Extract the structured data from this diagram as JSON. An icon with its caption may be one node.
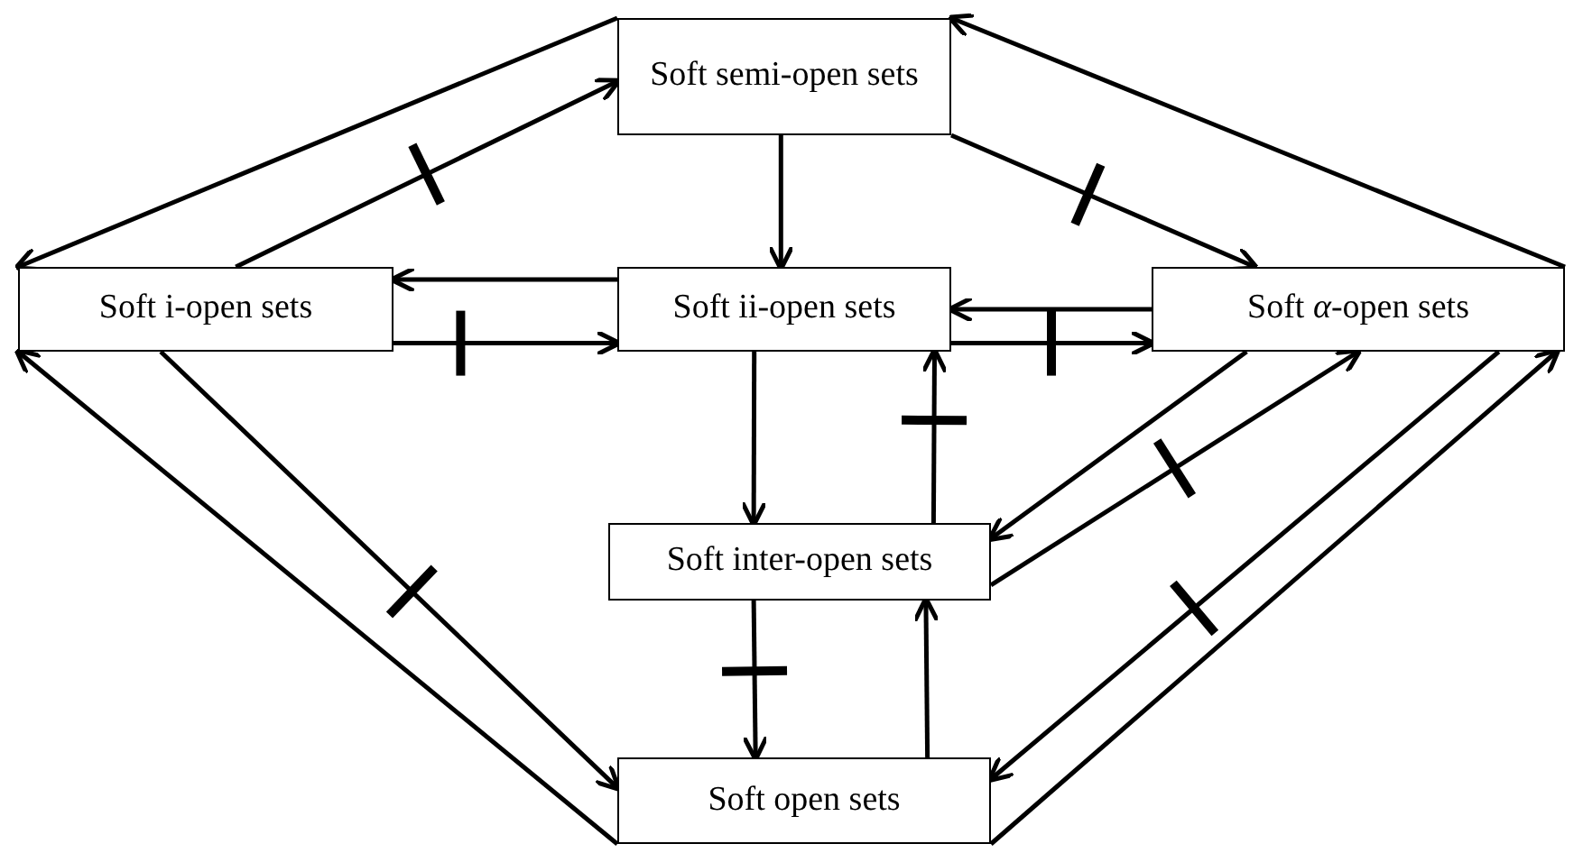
{
  "diagram": {
    "nodes": [
      {
        "text": [
          "Soft semi-open sets"
        ]
      },
      {
        "text": [
          "Soft i-open sets"
        ]
      },
      {
        "text": [
          "Soft ii-open sets"
        ]
      },
      {
        "text": [
          "Soft *α*-open sets"
        ]
      },
      {
        "text": [
          "Soft inter-open sets"
        ]
      },
      {
        "text": [
          "Soft open sets"
        ]
      }
    ],
    "edges": [
      {
        "from": 0,
        "to": 1,
        "arrow": "to"
      },
      {
        "from": 1,
        "to": 0,
        "arrow": "to"
      },
      {
        "from": 0,
        "to": 2,
        "arrow": "to"
      },
      {
        "from": 0,
        "to": 3,
        "arrow": "to"
      },
      {
        "from": 3,
        "to": 0,
        "arrow": "to"
      },
      {
        "from": 2,
        "to": 1,
        "arrow": "to"
      },
      {
        "from": 1,
        "to": 2,
        "arrow": "to"
      },
      {
        "from": 3,
        "to": 2,
        "arrow": "to"
      },
      {
        "from": 2,
        "to": 3,
        "arrow": "to"
      },
      {
        "from": 2,
        "to": 4,
        "arrow": "to"
      },
      {
        "from": 4,
        "to": 2,
        "arrow": "to"
      },
      {
        "from": 3,
        "to": 4,
        "arrow": "to"
      },
      {
        "from": 4,
        "to": 3,
        "arrow": "to"
      },
      {
        "from": 1,
        "to": 5,
        "arrow": "to"
      },
      {
        "from": 5,
        "to": 1,
        "arrow": "to"
      },
      {
        "from": 4,
        "to": 5,
        "arrow": "to"
      },
      {
        "from": 5,
        "to": 4,
        "arrow": "to"
      },
      {
        "from": 3,
        "to": 5,
        "arrow": "to"
      },
      {
        "from": 5,
        "to": 3,
        "arrow": "to"
      }
    ]
  }
}
